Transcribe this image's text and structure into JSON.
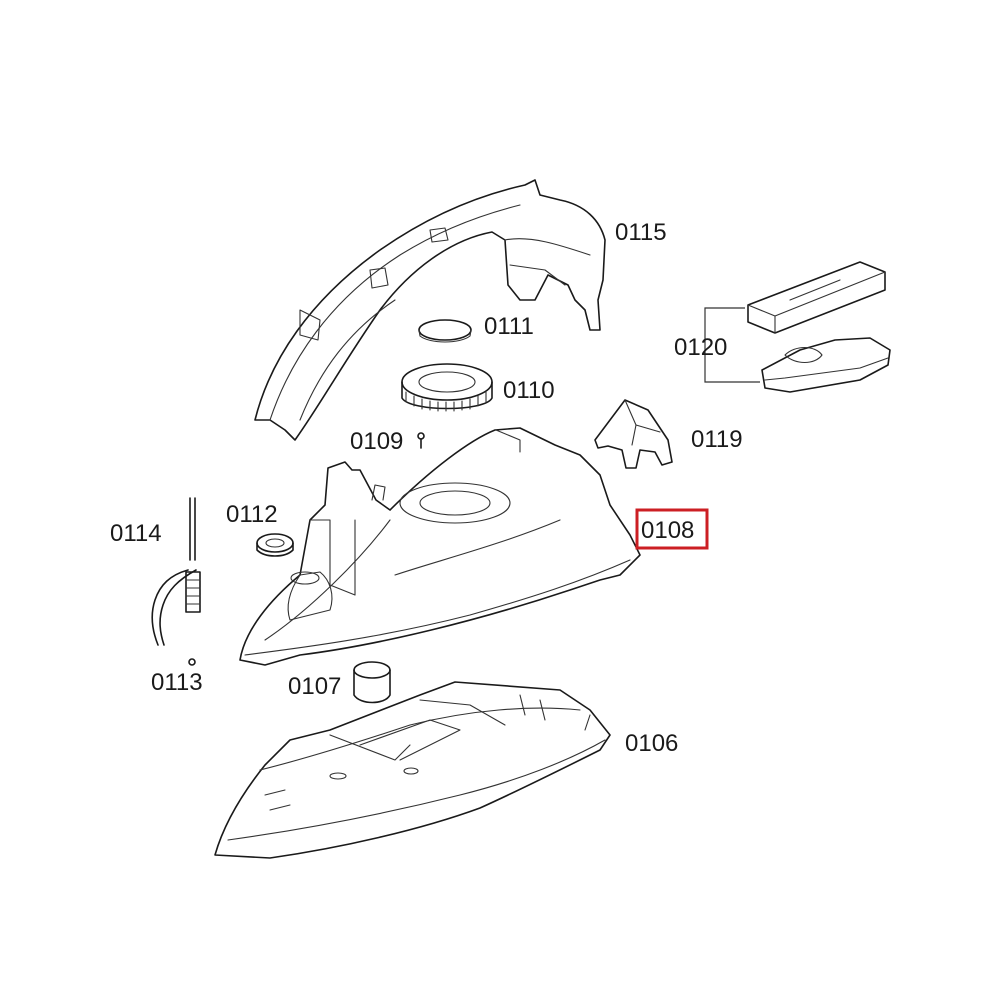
{
  "diagram": {
    "labels": {
      "p0106": "0106",
      "p0107": "0107",
      "p0108": "0108",
      "p0109": "0109",
      "p0110": "0110",
      "p0111": "0111",
      "p0112": "0112",
      "p0113": "0113",
      "p0114": "0114",
      "p0115": "0115",
      "p0119": "0119",
      "p0120": "0120"
    },
    "highlighted_part": "0108",
    "highlight_color": "#cc1f24"
  }
}
